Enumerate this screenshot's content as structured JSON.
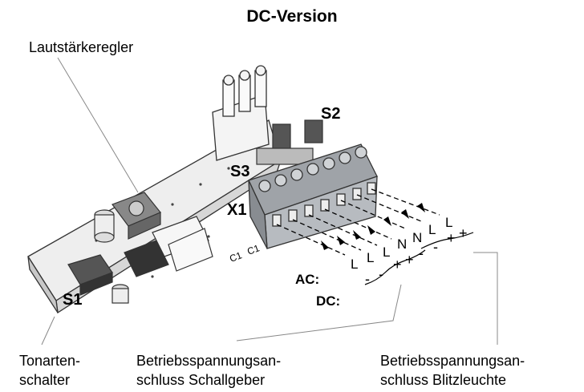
{
  "title": "DC-Version",
  "labels": {
    "volume": "Lautstärkeregler",
    "tone_switch": [
      "Tonarten-",
      "schalter"
    ],
    "sounder_supply": [
      "Betriebsspannungsan-",
      "schluss Schallgeber"
    ],
    "beacon_supply": [
      "Betriebsspannungsan-",
      "schluss Blitzleuchte"
    ]
  },
  "board_marks": {
    "s1": "S1",
    "s2": "S2",
    "s3": "S3",
    "x1": "X1",
    "c1a": "C1",
    "c1b": "C1"
  },
  "supply_types": {
    "ac": "AC:",
    "dc": "DC:"
  },
  "terminals_sounder": [
    "L",
    "L",
    "L",
    "N"
  ],
  "terminals_beacon": [
    "N",
    "L",
    "L"
  ],
  "polarity_sounder": [
    "-",
    "-",
    "+",
    "+"
  ],
  "polarity_beacon": [
    "-",
    "-",
    "+",
    "+"
  ]
}
